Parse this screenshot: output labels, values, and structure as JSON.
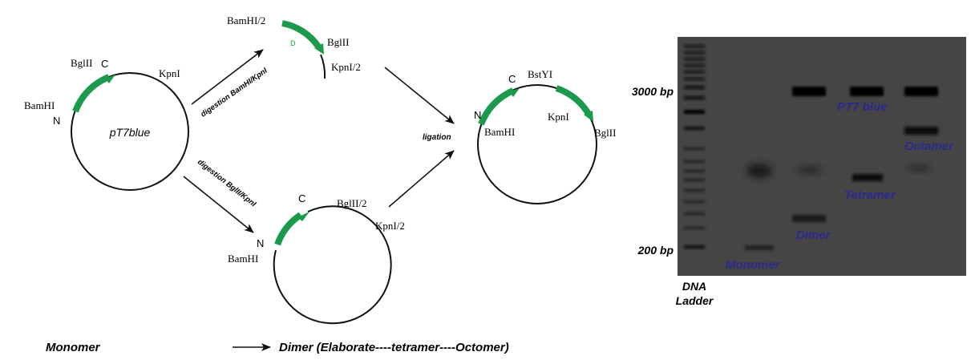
{
  "colors": {
    "green": "#1a9a4a",
    "gel_bg": "#3a3a3a",
    "band": "#0a0a0a",
    "gel_label": "#2b2b8f",
    "ink": "#111111"
  },
  "diagram": {
    "plasmid_main": {
      "name": "pT7blue",
      "bglII": "BglII",
      "c": "C",
      "kpnI": "KpnI",
      "bamHI": "BamHI",
      "n": "N"
    },
    "fragment_top": {
      "bamHI_half": "BamHI/2",
      "d": "D",
      "bglII": "BglII",
      "kpnI_half": "KpnI/2"
    },
    "plasmid_bottom": {
      "c": "C",
      "bglII_half": "BglII/2",
      "kpnI_half": "KpnI/2",
      "n": "N",
      "bamHI": "BamHI"
    },
    "plasmid_ligated": {
      "c": "C",
      "bstYI": "BstYI",
      "n": "N",
      "kpnI": "KpnI",
      "bamHI": "BamHI",
      "bglII": "BglII"
    },
    "steps": {
      "digestion_top": "digestion BamHI/KpnI",
      "digestion_bottom": "digestion BglII/KpnI",
      "ligation": "ligation"
    },
    "footer": {
      "monomer": "Monomer",
      "progression": "Dimer (Elaborate----tetramer----Octomer)"
    }
  },
  "gel": {
    "marker_3000": "3000 bp",
    "marker_200": "200 bp",
    "ladder_line1": "DNA",
    "ladder_line2": "Ladder",
    "labels": {
      "pt7blue": "PT7 blue",
      "octamer": "Octamer",
      "tetramer": "Tetramer",
      "dimer": "Dimer",
      "monomer": "Monomer"
    }
  }
}
